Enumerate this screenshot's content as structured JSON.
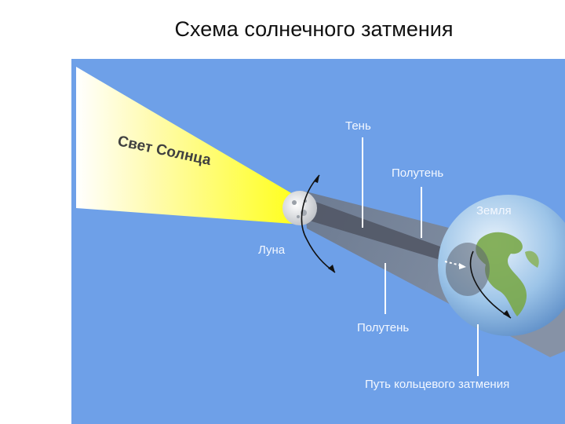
{
  "title": "Схема солнечного затмения",
  "labels": {
    "sunlight": "Свет Солнца",
    "umbra": "Тень",
    "penumbra_top": "Полутень",
    "earth": "Земля",
    "moon": "Луна",
    "penumbra_bottom": "Полутень",
    "annular_path": "Путь кольцевого затмения"
  },
  "colors": {
    "sky": "#6ea0e8",
    "sunlight": "#ffff33",
    "shadow": "#7a7f88",
    "umbra": "#555b66",
    "earth_ocean": "#6aa2d8",
    "earth_land": "#7aa84a"
  }
}
